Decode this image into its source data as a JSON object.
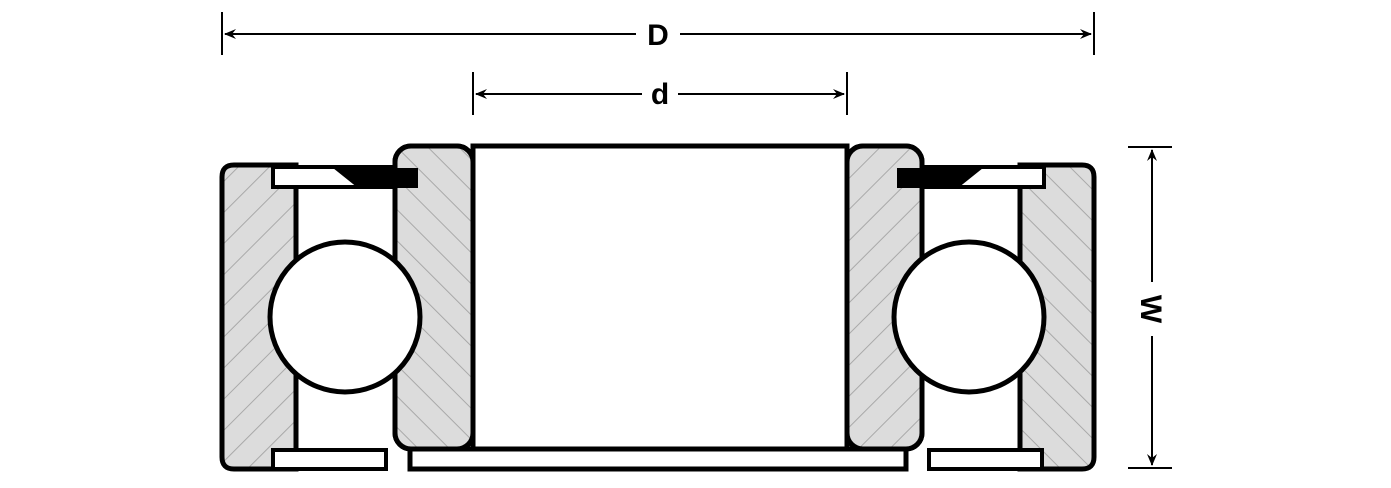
{
  "labels": {
    "outer_diameter": "D",
    "inner_diameter": "d",
    "width": "W"
  },
  "colors": {
    "stroke": "#000000",
    "section_fill": "#dcdcdc",
    "hatch": "#a9a9a9",
    "background": "#ffffff"
  }
}
